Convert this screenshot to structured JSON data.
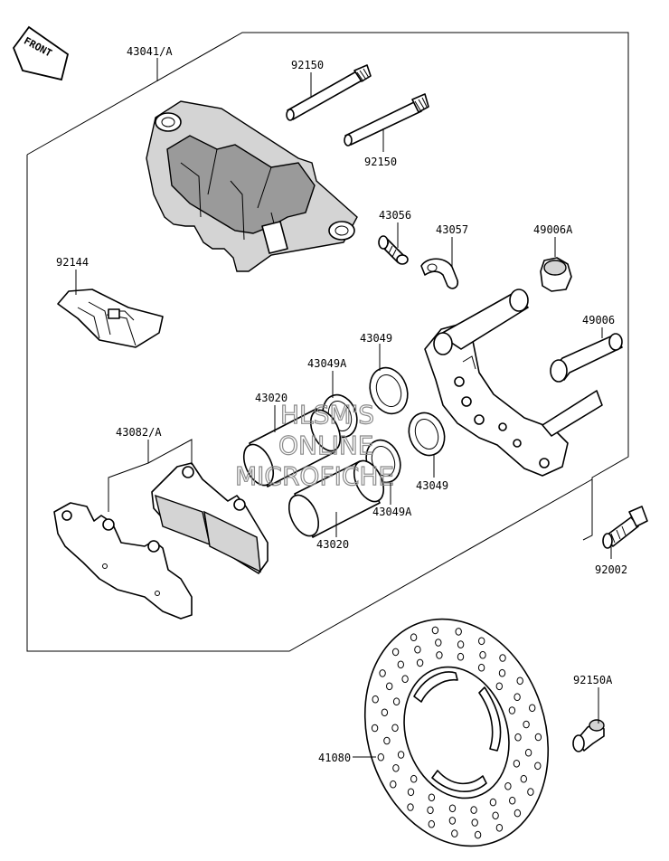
{
  "front_arrow": {
    "text": "FRONT"
  },
  "callouts": {
    "caliper_assembly": "43041/A",
    "pin_upper": "92150",
    "pin_lower": "92150",
    "bleeder": "43056",
    "bleeder_cap": "43057",
    "bushing_a": "49006A",
    "bushing": "49006",
    "pad_spring": "92144",
    "seal_left": "43049A",
    "seal_right": "43049",
    "seal_lower_right": "43049",
    "seal_lower_mid": "43049A",
    "piston_upper": "43020",
    "piston_lower": "43020",
    "pad_set": "43082/A",
    "bolt": "92002",
    "disc_bolt": "92150A",
    "disc": "41080"
  },
  "watermark": {
    "line1": "HLSM'S",
    "line2": "ONLINE",
    "line3": "MICROFICHE"
  }
}
